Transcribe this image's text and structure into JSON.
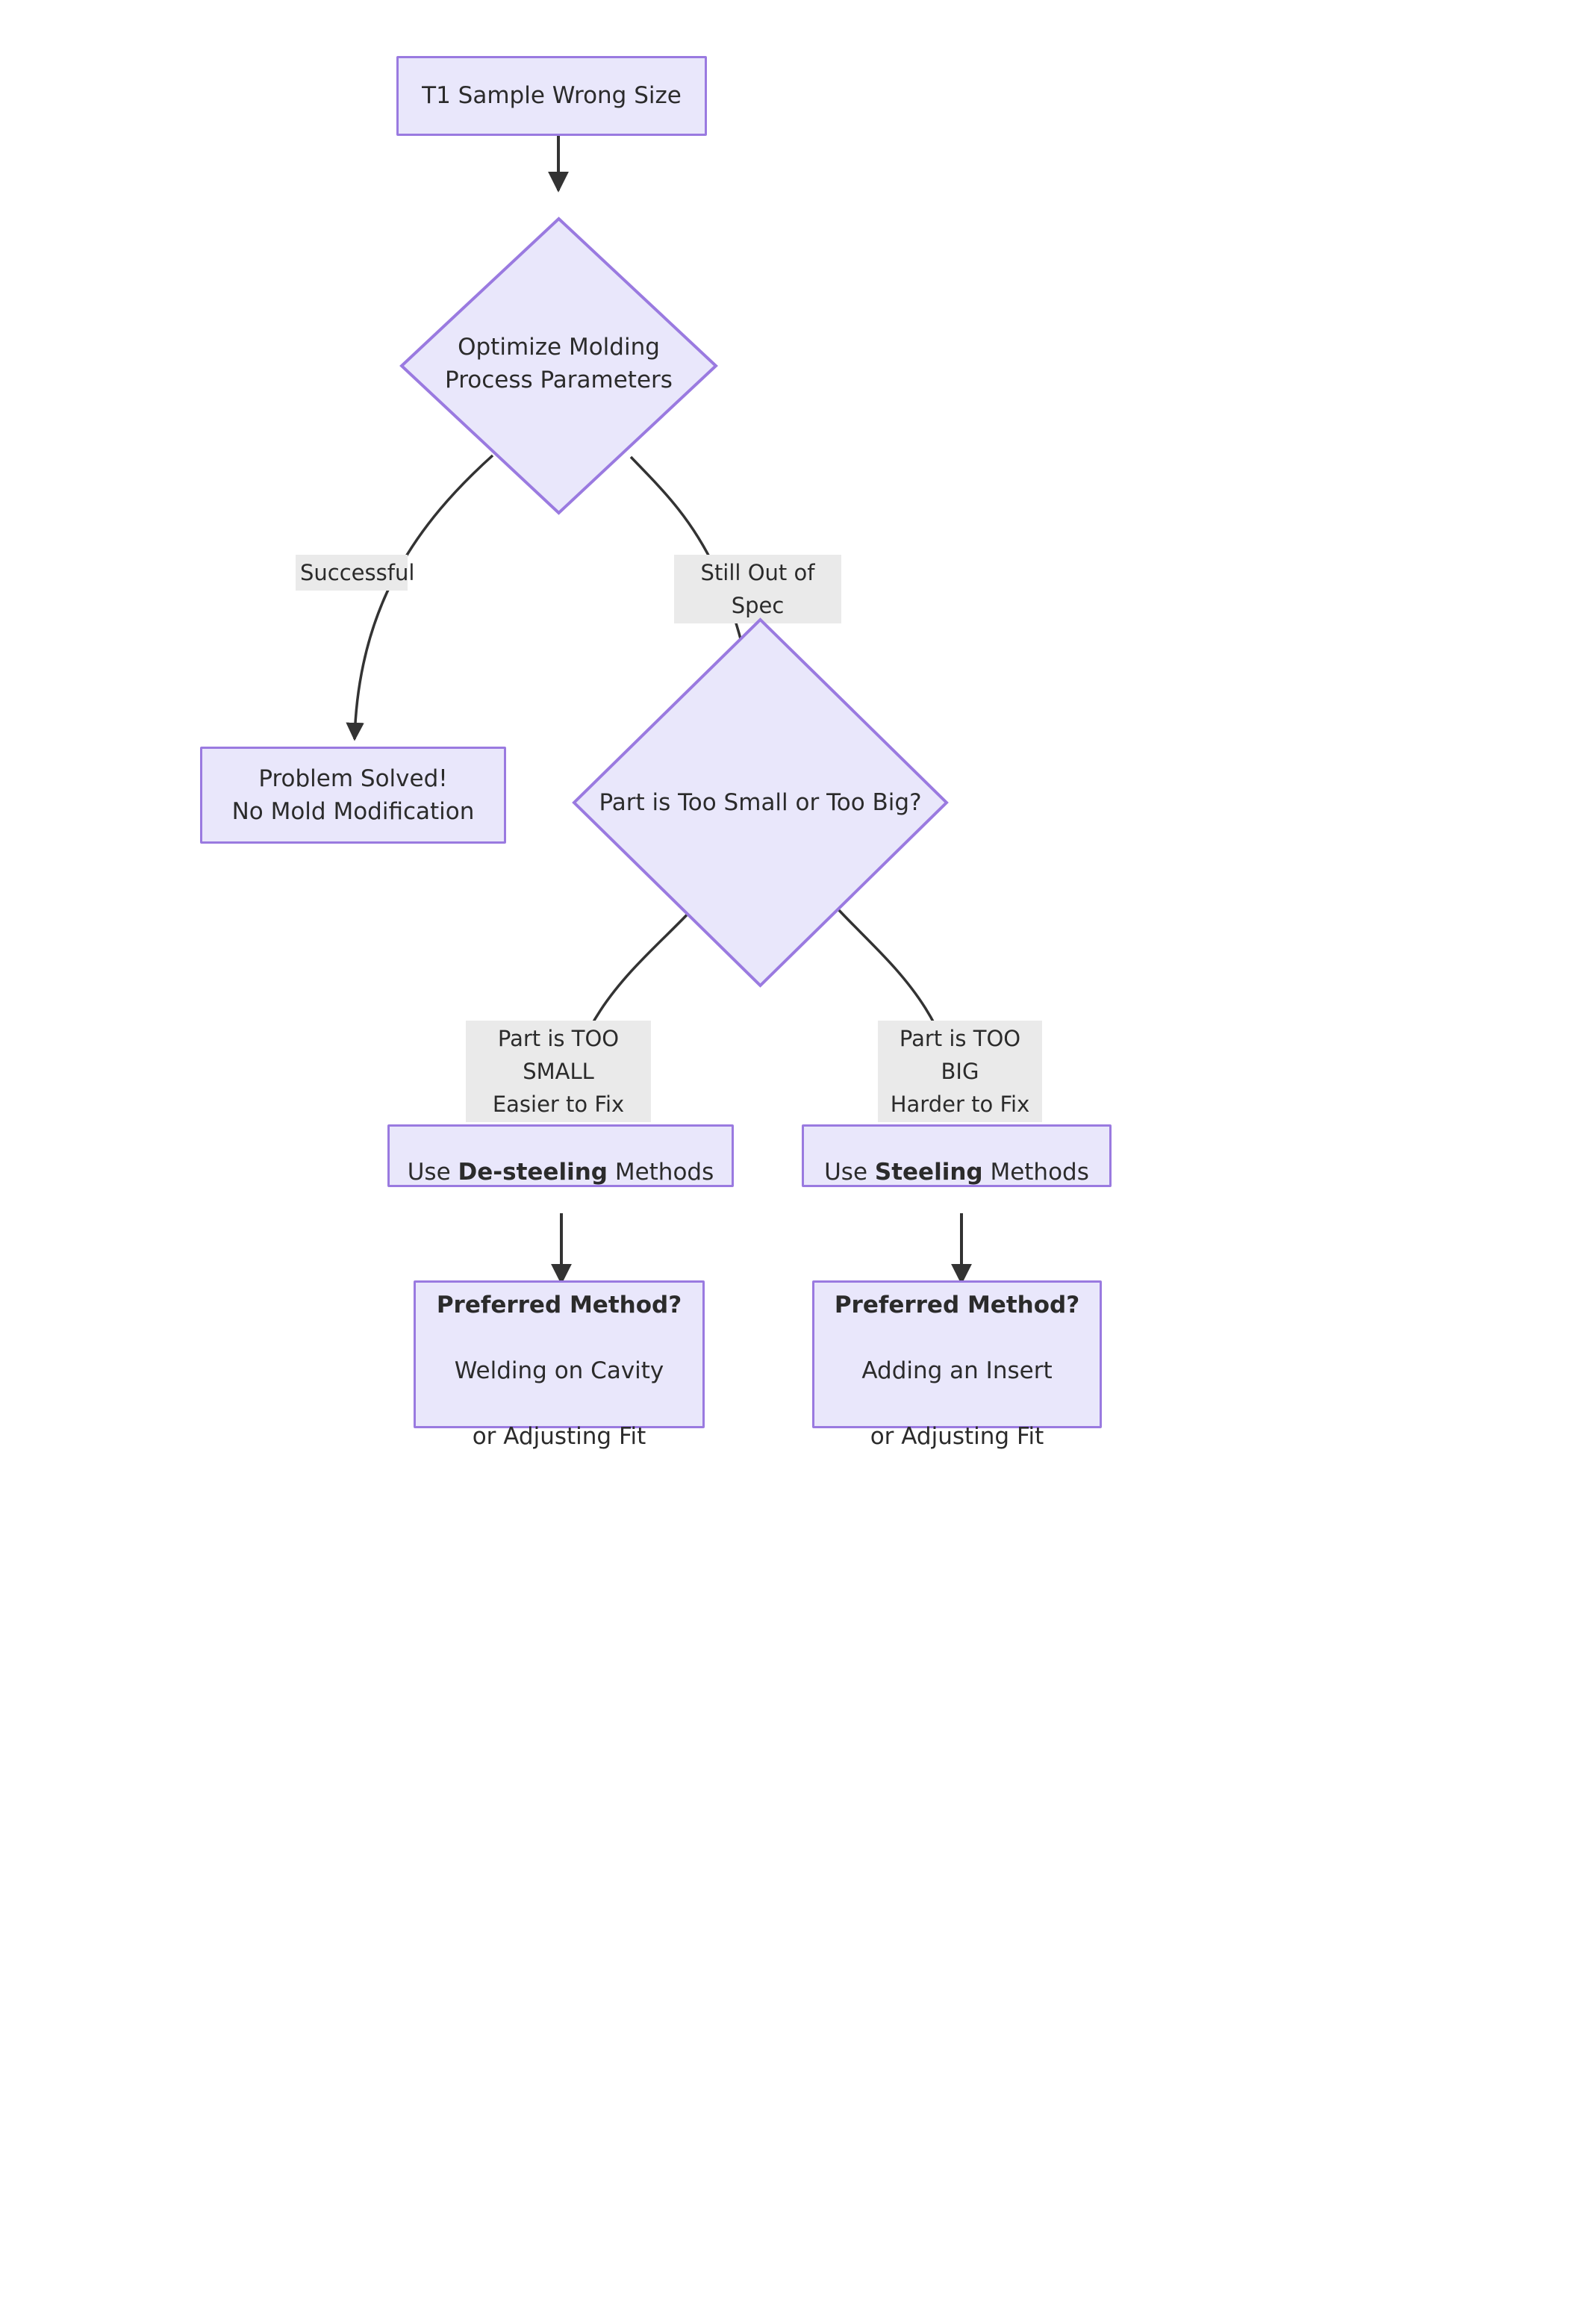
{
  "diagram": {
    "title": "T1 Sample Wrong Size — Mold Modification Decision Flow",
    "type": "flowchart",
    "direction": "top-down",
    "colors": {
      "node_fill": "#e9e7fb",
      "node_border": "#9a7ae0",
      "node_text": "#2b2b2b",
      "edge_stroke": "#333333",
      "edge_label_bg": "#eaeaea",
      "canvas_bg": "#ffffff"
    }
  },
  "nodes": {
    "start": {
      "id": "start",
      "shape": "rect",
      "label": "T1 Sample Wrong Size"
    },
    "optimize": {
      "id": "optimize",
      "shape": "diamond",
      "label": "Optimize Molding\nProcess Parameters",
      "line1": "Optimize Molding",
      "line2": "Process Parameters"
    },
    "solved": {
      "id": "solved",
      "shape": "rect",
      "label": "Problem Solved!\nNo Mold Modification",
      "line1": "Problem Solved!",
      "line2": "No Mold Modification"
    },
    "size_check": {
      "id": "size_check",
      "shape": "diamond",
      "label": "Part is Too Small or Too Big?"
    },
    "desteeling": {
      "id": "desteeling",
      "shape": "rect",
      "prefix": "Use ",
      "bold": "De-steeling",
      "suffix": " Methods",
      "label": "Use De-steeling Methods"
    },
    "steeling": {
      "id": "steeling",
      "shape": "rect",
      "prefix": "Use ",
      "bold": "Steeling",
      "suffix": " Methods",
      "label": "Use Steeling Methods"
    },
    "method_small": {
      "id": "method_small",
      "shape": "rect",
      "heading": "Preferred Method?",
      "line2": "Welding on Cavity",
      "line3": "or Adjusting Fit",
      "label": "Preferred Method? Welding on Cavity or Adjusting Fit"
    },
    "method_big": {
      "id": "method_big",
      "shape": "rect",
      "heading": "Preferred Method?",
      "line2": "Adding an Insert",
      "line3": "or Adjusting Fit",
      "label": "Preferred Method? Adding an Insert or Adjusting Fit"
    }
  },
  "edges": [
    {
      "id": "e1",
      "from": "start",
      "to": "optimize",
      "label": ""
    },
    {
      "id": "e2",
      "from": "optimize",
      "to": "solved",
      "label": "Successful"
    },
    {
      "id": "e3",
      "from": "optimize",
      "to": "size_check",
      "label": "Still Out of Spec"
    },
    {
      "id": "e4",
      "from": "size_check",
      "to": "desteeling",
      "label": "Part is TOO SMALL\nEasier to Fix",
      "line1": "Part is TOO SMALL",
      "line2": "Easier to Fix"
    },
    {
      "id": "e5",
      "from": "size_check",
      "to": "steeling",
      "label": "Part is TOO BIG\nHarder to Fix",
      "line1": "Part is TOO BIG",
      "line2": "Harder to Fix"
    },
    {
      "id": "e6",
      "from": "desteeling",
      "to": "method_small",
      "label": ""
    },
    {
      "id": "e7",
      "from": "steeling",
      "to": "method_big",
      "label": ""
    }
  ]
}
